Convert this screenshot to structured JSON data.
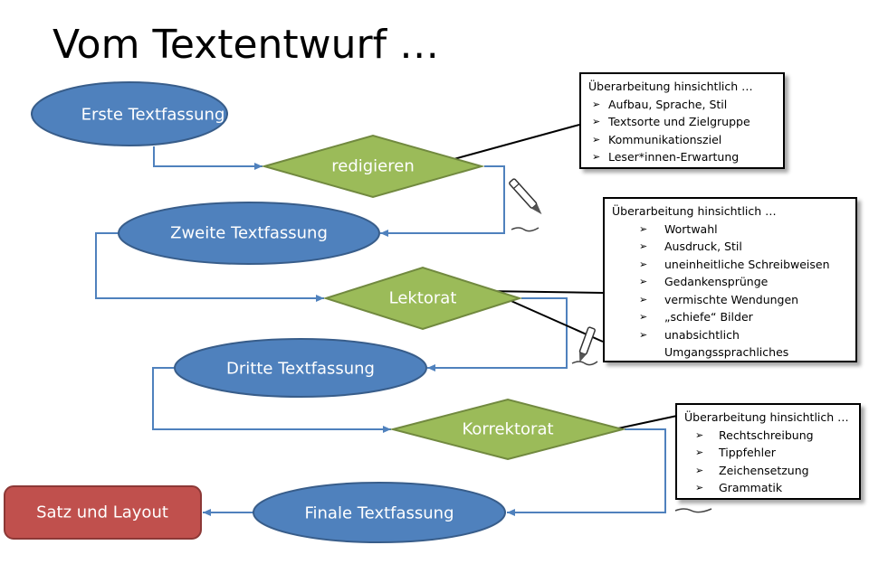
{
  "title": "Vom Textentwurf …",
  "nodes": {
    "erste": "Erste Textfassung",
    "redigieren": "redigieren",
    "zweite": "Zweite Textfassung",
    "lektorat": "Lektorat",
    "dritte": "Dritte Textfassung",
    "korrektorat": "Korrektorat",
    "finale": "Finale Textfassung",
    "satz": "Satz und Layout"
  },
  "callouts": {
    "redigieren": {
      "heading": "Überarbeitung hinsichtlich …",
      "items": [
        "Aufbau, Sprache, Stil",
        "Textsorte und Zielgruppe",
        "Kommunikationsziel",
        "Leser*innen-Erwartung"
      ]
    },
    "lektorat": {
      "heading": "Überarbeitung hinsichtlich …",
      "items": [
        "Wortwahl",
        "Ausdruck, Stil",
        "uneinheitliche Schreibweisen",
        "Gedankensprünge",
        "vermischte Wendungen",
        "„schiefe“ Bilder",
        "unabsichtlich Umgangssprachliches"
      ]
    },
    "korrektorat": {
      "heading": "Überarbeitung hinsichtlich …",
      "items": [
        "Rechtschreibung",
        "Tippfehler",
        "Zeichensetzung",
        "Grammatik"
      ]
    }
  },
  "colors": {
    "ellipse": "#4f81bd",
    "ellipse_border": "#385d8a",
    "diamond": "#9bbb59",
    "diamond_border": "#71893f",
    "box_red": "#c0504d",
    "box_red_border": "#8c3836",
    "connector": "#4f81bd"
  }
}
